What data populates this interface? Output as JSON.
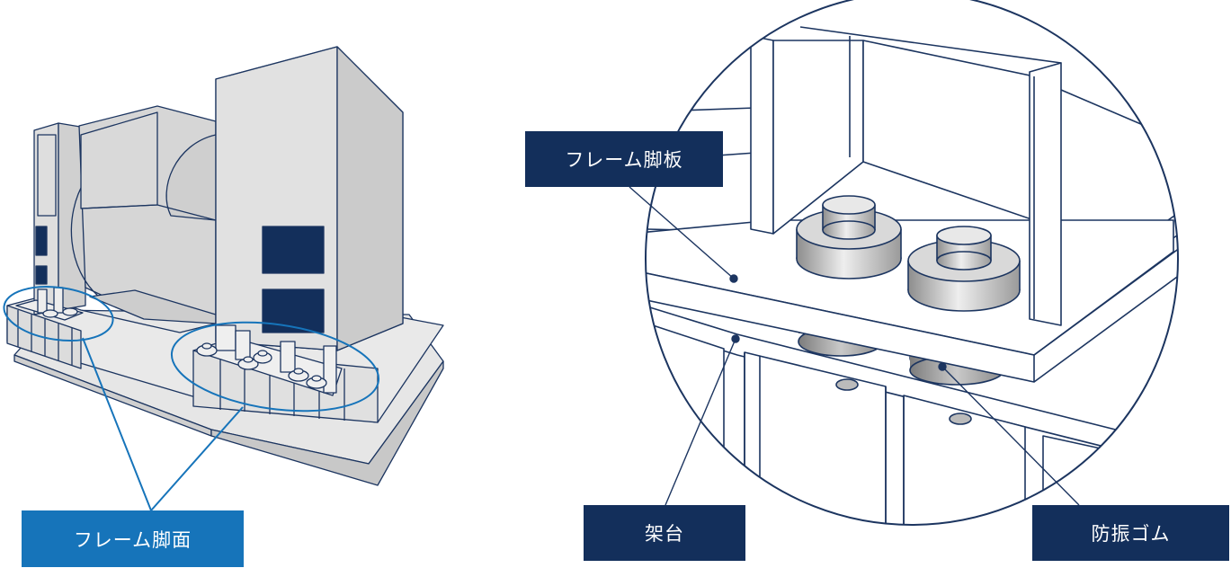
{
  "labels": {
    "frame_foot_face": "フレーム脚面",
    "frame_foot_plate": "フレーム脚板",
    "stand": "架台",
    "vibration_rubber": "防振ゴム"
  },
  "colors": {
    "navy": "#132f5b",
    "highlight_blue": "#1674ba",
    "line": "#1c3560",
    "body_fill": "#d4d4d4",
    "face_fill": "#e2e2e2",
    "white": "#ffffff"
  }
}
